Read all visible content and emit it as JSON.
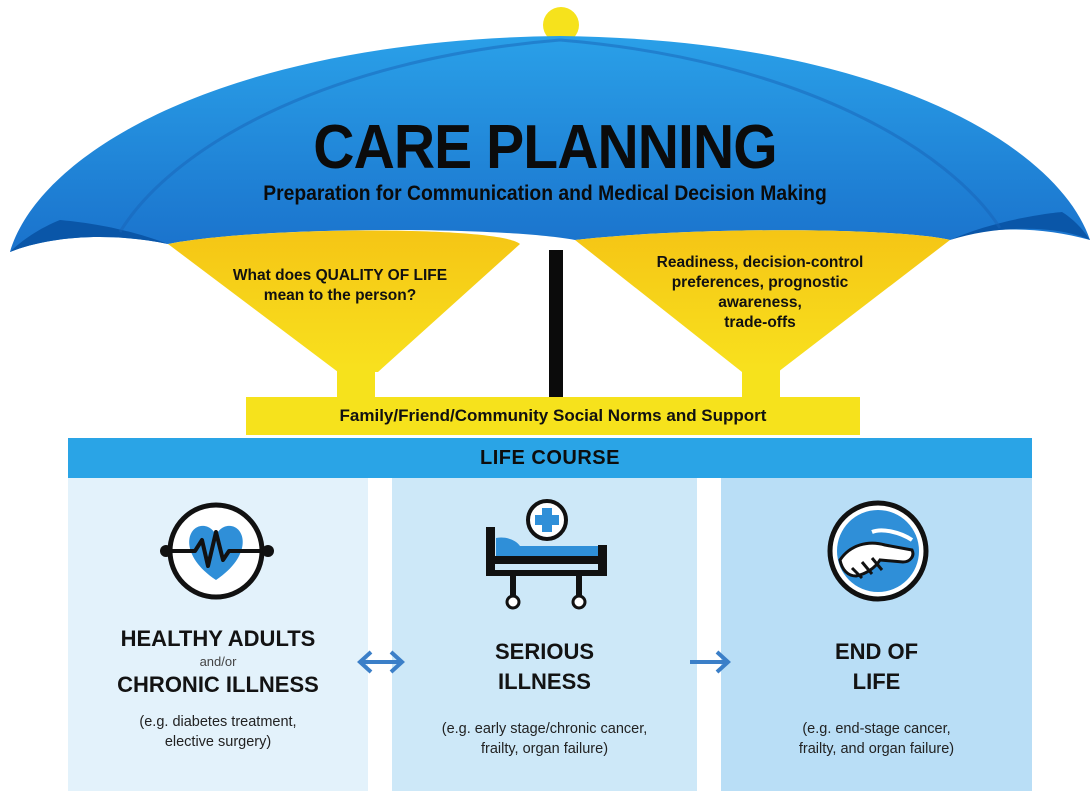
{
  "header": {
    "title": "CARE PLANNING",
    "subtitle": "Preparation for Communication and Medical Decision Making"
  },
  "funnels": [
    {
      "lines": [
        "What does QUALITY OF LIFE",
        "mean to the person?"
      ]
    },
    {
      "lines": [
        "Readiness, decision-control",
        "preferences, prognostic",
        "awareness,",
        "trade-offs"
      ]
    }
  ],
  "support_bar": {
    "label": "Family/Friend/Community Social Norms and Support"
  },
  "life_course": {
    "label": "LIFE COURSE",
    "stages": [
      {
        "icon": "heart-monitor-icon",
        "title_line1": "HEALTHY ADULTS",
        "connector": "and/or",
        "title_line2": "CHRONIC ILLNESS",
        "example_line1": "(e.g. diabetes treatment,",
        "example_line2": "elective surgery)"
      },
      {
        "icon": "hospital-bed-icon",
        "title_line1": "SERIOUS",
        "title_line2": "ILLNESS",
        "example_line1": "(e.g. early stage/chronic cancer,",
        "example_line2": "frailty, organ failure)"
      },
      {
        "icon": "handshake-icon",
        "title_line1": "END OF",
        "title_line2": "LIFE",
        "example_line1": "(e.g. end-stage cancer,",
        "example_line2": "frailty, and organ failure)"
      }
    ],
    "arrows": [
      "double-arrow-icon",
      "right-arrow-icon"
    ]
  },
  "colors": {
    "umbrella_blue": "#1e88d8",
    "umbrella_dark": "#0a56a8",
    "yellow": "#f6e21c",
    "yellow_dark": "#f2c413",
    "life_course_bar": "#2aa4e6",
    "panel_light": "#e1f1fb",
    "panel_mid": "#cbe7f8",
    "arrow_blue": "#3b7fc8"
  }
}
